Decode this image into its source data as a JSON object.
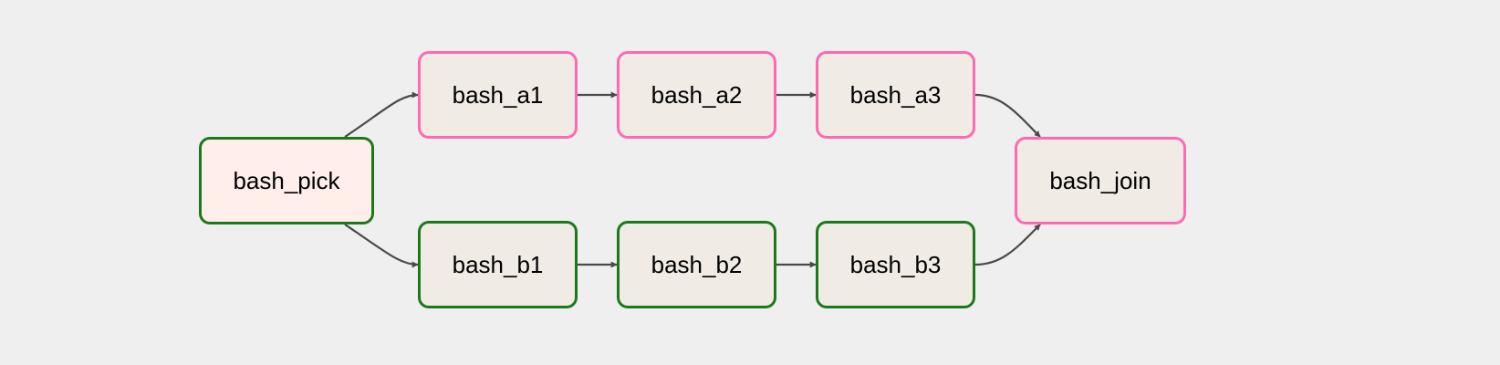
{
  "dag": {
    "nodes": [
      {
        "id": "bash_pick",
        "label": "bash_pick",
        "border_color": "#1a7a1a",
        "fill_color": "#ffeeea"
      },
      {
        "id": "bash_a1",
        "label": "bash_a1",
        "border_color": "#ff69b4",
        "fill_color": "#f0ebe5"
      },
      {
        "id": "bash_a2",
        "label": "bash_a2",
        "border_color": "#ff69b4",
        "fill_color": "#f0ebe5"
      },
      {
        "id": "bash_a3",
        "label": "bash_a3",
        "border_color": "#ff69b4",
        "fill_color": "#f0ebe5"
      },
      {
        "id": "bash_b1",
        "label": "bash_b1",
        "border_color": "#1a7a1a",
        "fill_color": "#f0ebe5"
      },
      {
        "id": "bash_b2",
        "label": "bash_b2",
        "border_color": "#1a7a1a",
        "fill_color": "#f0ebe5"
      },
      {
        "id": "bash_b3",
        "label": "bash_b3",
        "border_color": "#1a7a1a",
        "fill_color": "#f0ebe5"
      },
      {
        "id": "bash_join",
        "label": "bash_join",
        "border_color": "#ff69b4",
        "fill_color": "#f0ebe5"
      }
    ],
    "edges": [
      {
        "from": "bash_pick",
        "to": "bash_a1"
      },
      {
        "from": "bash_pick",
        "to": "bash_b1"
      },
      {
        "from": "bash_a1",
        "to": "bash_a2"
      },
      {
        "from": "bash_a2",
        "to": "bash_a3"
      },
      {
        "from": "bash_a3",
        "to": "bash_join"
      },
      {
        "from": "bash_b1",
        "to": "bash_b2"
      },
      {
        "from": "bash_b2",
        "to": "bash_b3"
      },
      {
        "from": "bash_b3",
        "to": "bash_join"
      }
    ],
    "edge_color": "#4a4a4a",
    "background_color": "#efefef"
  }
}
